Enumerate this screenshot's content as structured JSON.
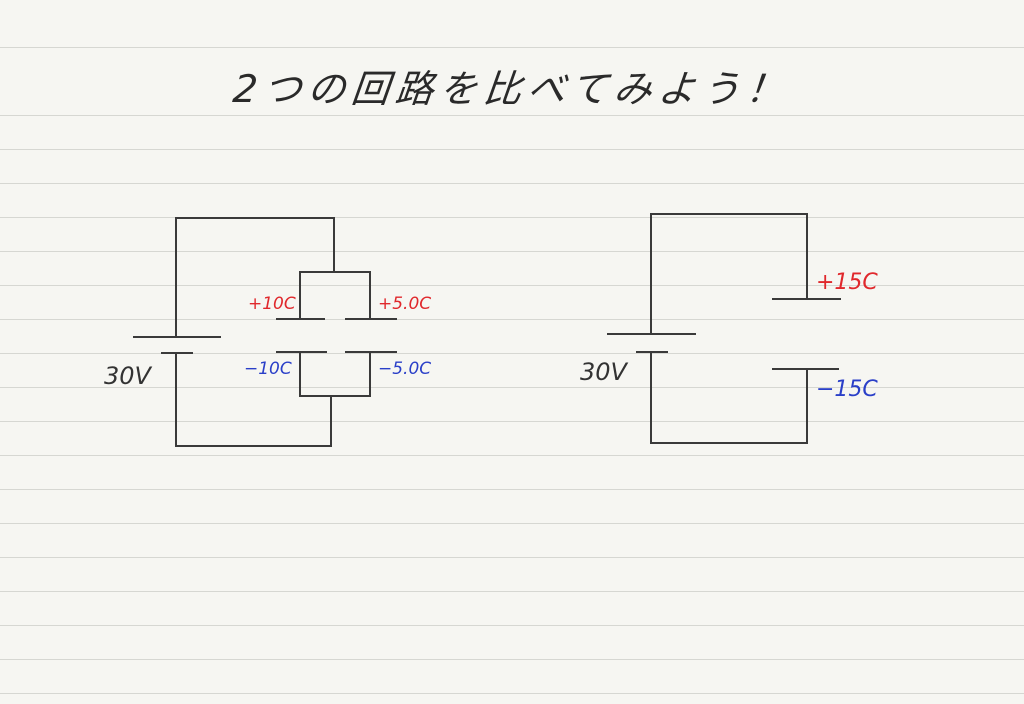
{
  "title": "2つの回路を比べてみよう！",
  "colors": {
    "positive": "#e0282c",
    "negative": "#2a3fc8",
    "ink": "#333333"
  },
  "circuit_left": {
    "voltage_label": "30V",
    "cap1_positive": "+10C",
    "cap1_negative": "−10C",
    "cap2_positive": "+5.0C",
    "cap2_negative": "−5.0C"
  },
  "circuit_right": {
    "voltage_label": "30V",
    "cap_positive": "+15C",
    "cap_negative": "−15C"
  }
}
